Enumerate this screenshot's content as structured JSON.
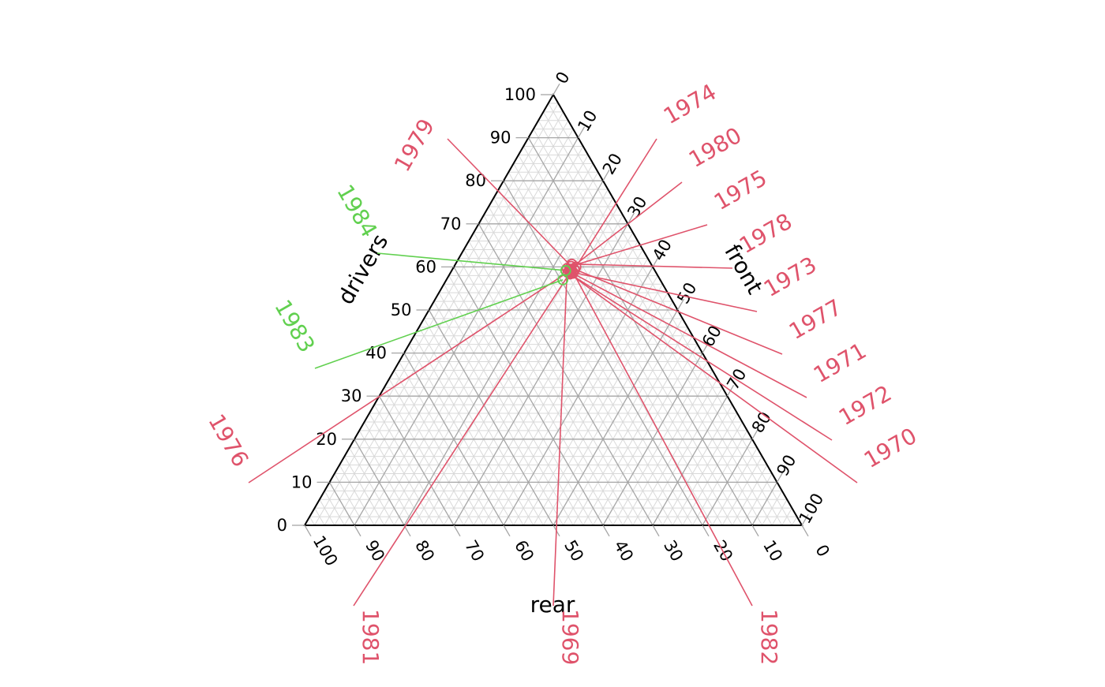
{
  "chart_data": {
    "type": "scatter",
    "subtype": "ternary",
    "axes": {
      "left": {
        "label": "drivers",
        "ticks": [
          "0",
          "10",
          "20",
          "30",
          "40",
          "50",
          "60",
          "70",
          "80",
          "90",
          "100"
        ],
        "range": [
          0,
          100
        ]
      },
      "right": {
        "label": "front",
        "ticks": [
          "0",
          "10",
          "20",
          "30",
          "40",
          "50",
          "60",
          "70",
          "80",
          "90",
          "100"
        ],
        "range": [
          0,
          100
        ]
      },
      "bottom": {
        "label": "rear",
        "ticks": [
          "0",
          "10",
          "20",
          "30",
          "40",
          "50",
          "60",
          "70",
          "80",
          "90",
          "100"
        ],
        "range": [
          0,
          100
        ]
      }
    },
    "grid": {
      "major_step": 10,
      "minor_step": 2
    },
    "colors": {
      "red_group": "#DF536B",
      "green_group": "#61D04F",
      "frame": "#000000",
      "major_grid": "#A6A6A6",
      "minor_grid": "#D9D9D9"
    },
    "points": [
      {
        "label": "1969",
        "drivers": 59,
        "front": 24,
        "rear": 17,
        "group": "red_group",
        "label_direction": "bottom"
      },
      {
        "label": "1970",
        "drivers": 59,
        "front": 24,
        "rear": 17,
        "group": "red_group",
        "label_direction": "right"
      },
      {
        "label": "1971",
        "drivers": 59,
        "front": 24,
        "rear": 17,
        "group": "red_group",
        "label_direction": "right"
      },
      {
        "label": "1972",
        "drivers": 59,
        "front": 24,
        "rear": 17,
        "group": "red_group",
        "label_direction": "right"
      },
      {
        "label": "1973",
        "drivers": 59,
        "front": 24,
        "rear": 17,
        "group": "red_group",
        "label_direction": "right"
      },
      {
        "label": "1974",
        "drivers": 60,
        "front": 24,
        "rear": 16,
        "group": "red_group",
        "label_direction": "right"
      },
      {
        "label": "1975",
        "drivers": 60,
        "front": 24,
        "rear": 16,
        "group": "red_group",
        "label_direction": "right"
      },
      {
        "label": "1976",
        "drivers": 59,
        "front": 24,
        "rear": 17,
        "group": "red_group",
        "label_direction": "left"
      },
      {
        "label": "1977",
        "drivers": 59,
        "front": 24,
        "rear": 17,
        "group": "red_group",
        "label_direction": "right"
      },
      {
        "label": "1978",
        "drivers": 60,
        "front": 24,
        "rear": 16,
        "group": "red_group",
        "label_direction": "right"
      },
      {
        "label": "1979",
        "drivers": 60,
        "front": 24,
        "rear": 16,
        "group": "red_group",
        "label_direction": "left"
      },
      {
        "label": "1980",
        "drivers": 60,
        "front": 24,
        "rear": 16,
        "group": "red_group",
        "label_direction": "right"
      },
      {
        "label": "1981",
        "drivers": 59,
        "front": 24,
        "rear": 17,
        "group": "red_group",
        "label_direction": "bottom"
      },
      {
        "label": "1982",
        "drivers": 59,
        "front": 24,
        "rear": 17,
        "group": "red_group",
        "label_direction": "bottom"
      },
      {
        "label": "1983",
        "drivers": 57,
        "front": 24,
        "rear": 19,
        "group": "green_group",
        "label_direction": "left"
      },
      {
        "label": "1984",
        "drivers": 59,
        "front": 23,
        "rear": 18,
        "group": "green_group",
        "label_direction": "left"
      }
    ]
  }
}
